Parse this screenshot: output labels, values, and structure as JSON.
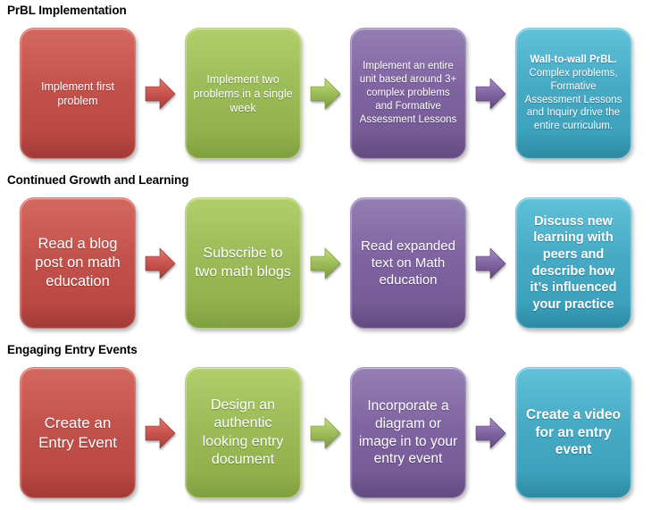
{
  "sections": [
    {
      "title": "PrBL Implementation",
      "steps": [
        {
          "text": "Implement first problem",
          "color": "#c0504d"
        },
        {
          "text": "Implement two problems in a single week",
          "color": "#9bbb59"
        },
        {
          "text": "Implement an entire unit based around 3+ complex problems and Formative Assessment Lessons",
          "color": "#8064a2"
        },
        {
          "lead": "Wall-to-wall PrBL.",
          "text": "Complex problems, Formative Assessment Lessons and Inquiry drive the entire curriculum.",
          "color": "#4bacc6"
        }
      ]
    },
    {
      "title": "Continued Growth and Learning",
      "steps": [
        {
          "text": "Read a blog post on math education",
          "color": "#c0504d"
        },
        {
          "text": "Subscribe to two math blogs",
          "color": "#9bbb59"
        },
        {
          "text": "Read expanded text on Math education",
          "color": "#8064a2"
        },
        {
          "text": "Discuss new learning with peers and describe how it’s influenced your practice",
          "color": "#4bacc6"
        }
      ]
    },
    {
      "title": "Engaging Entry Events",
      "steps": [
        {
          "text": "Create an Entry Event",
          "color": "#c0504d"
        },
        {
          "text": "Design an authentic looking entry document",
          "color": "#9bbb59"
        },
        {
          "text": "Incorporate a diagram or image in to your entry event",
          "color": "#8064a2"
        },
        {
          "text": "Create a video for an entry event",
          "color": "#4bacc6"
        }
      ]
    }
  ],
  "colors": {
    "red": "#c0504d",
    "green": "#9bbb59",
    "purple": "#8064a2",
    "teal": "#4bacc6",
    "heading_text": "#000000",
    "box_text": "#ffffff"
  }
}
